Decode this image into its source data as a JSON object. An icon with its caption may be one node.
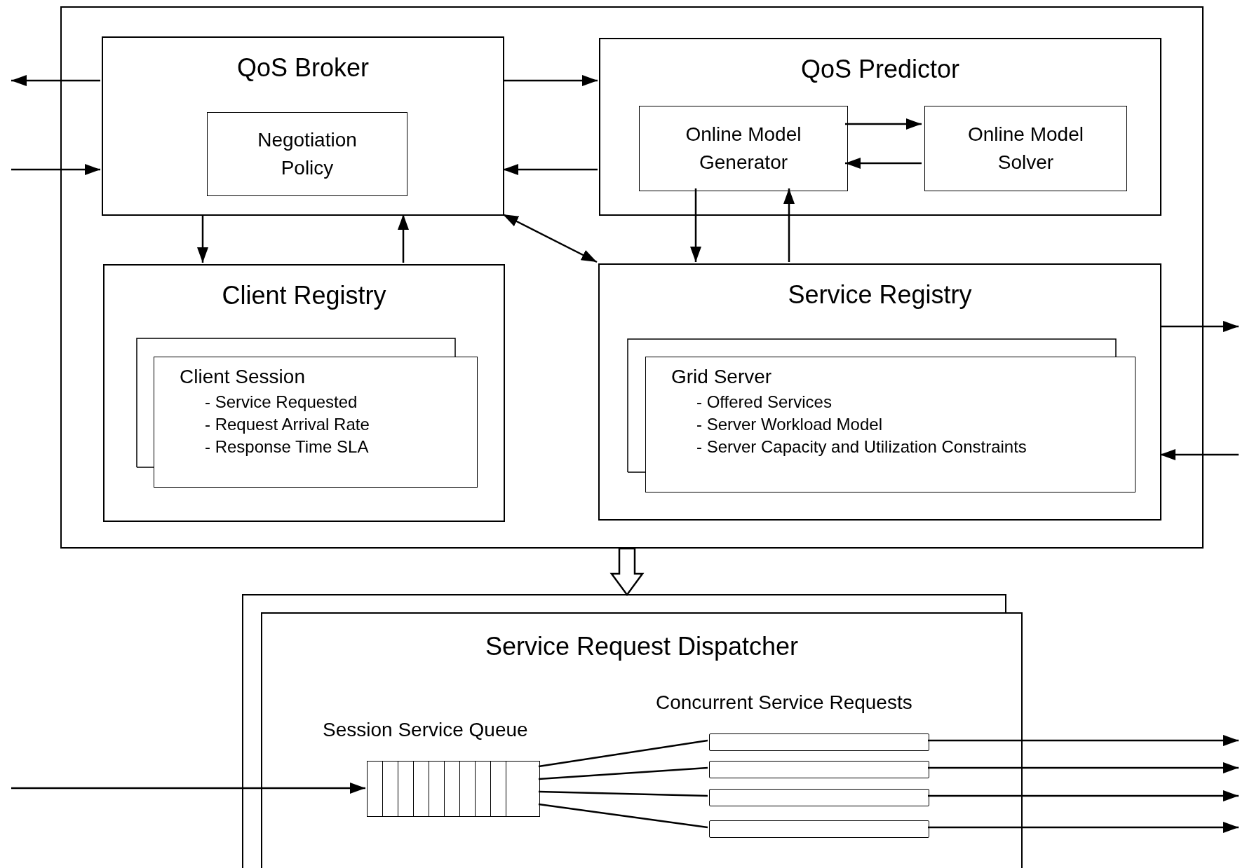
{
  "diagram": {
    "nodes": [
      {
        "text": [],
        "shape": "box"
      },
      {
        "text": [
          "QoS Broker"
        ],
        "in": 0
      },
      {
        "text": [
          "Negotiation Policy"
        ],
        "in": 1
      },
      {
        "text": [
          "QoS Predictor"
        ],
        "in": 0
      },
      {
        "text": [
          "Online Model Generator"
        ],
        "in": 3
      },
      {
        "text": [
          "Online Model Solver"
        ],
        "in": 3
      },
      {
        "text": [
          "Client Registry"
        ],
        "in": 0
      },
      {
        "text": [
          "Client Session",
          "- Service Requested",
          "- Request Arrival Rate",
          "- Response Time SLA"
        ],
        "in": 6
      },
      {
        "text": [
          "Service Registry"
        ],
        "in": 0
      },
      {
        "text": [
          "Grid Server",
          "- Offered Services",
          "- Server Workload Model",
          "- Server Capacity and Utilization Constraints"
        ],
        "in": 8
      },
      {
        "text": [
          "Service Request Dispatcher"
        ]
      },
      {
        "text": [],
        "shape": "box",
        "beside": [
          "Session Service Queue"
        ],
        "in": 10
      },
      {
        "text": [],
        "shape": "bar",
        "in": 10
      },
      {
        "text": [],
        "shape": "bar",
        "in": 10
      },
      {
        "text": [],
        "shape": "bar",
        "in": 10
      },
      {
        "text": [],
        "shape": "bar",
        "in": 10
      }
    ],
    "edges": [
      {
        "from": 1,
        "to": null,
        "arrow": "to"
      },
      {
        "from": null,
        "to": 1,
        "arrow": "to"
      },
      {
        "from": 1,
        "to": 3,
        "arrow": "to"
      },
      {
        "from": 3,
        "to": 1,
        "arrow": "to"
      },
      {
        "from": 4,
        "to": 5,
        "arrow": "to"
      },
      {
        "from": 5,
        "to": 4,
        "arrow": "to"
      },
      {
        "from": 1,
        "to": 6,
        "arrow": "to"
      },
      {
        "from": 6,
        "to": 1,
        "arrow": "to"
      },
      {
        "from": 1,
        "to": 8,
        "arrow": "both"
      },
      {
        "from": 4,
        "to": 8,
        "arrow": "to"
      },
      {
        "from": 8,
        "to": 4,
        "arrow": "to"
      },
      {
        "from": 8,
        "to": null,
        "arrow": "to"
      },
      {
        "from": null,
        "to": 8,
        "arrow": "to"
      },
      {
        "from": 0,
        "to": 10,
        "arrow": "to",
        "style": "thick"
      },
      {
        "from": null,
        "to": 11,
        "arrow": "to"
      },
      {
        "from": 11,
        "to": 12,
        "arrow": "none"
      },
      {
        "from": 11,
        "to": 13,
        "arrow": "none"
      },
      {
        "from": 11,
        "to": 14,
        "arrow": "none"
      },
      {
        "from": 11,
        "to": 15,
        "arrow": "none"
      },
      {
        "from": 12,
        "to": null,
        "arrow": "to"
      },
      {
        "from": 13,
        "to": null,
        "arrow": "to"
      },
      {
        "from": 14,
        "to": null,
        "arrow": "to"
      },
      {
        "from": 15,
        "to": null,
        "arrow": "to"
      }
    ],
    "labels": [
      "Concurrent Service Requests"
    ]
  }
}
